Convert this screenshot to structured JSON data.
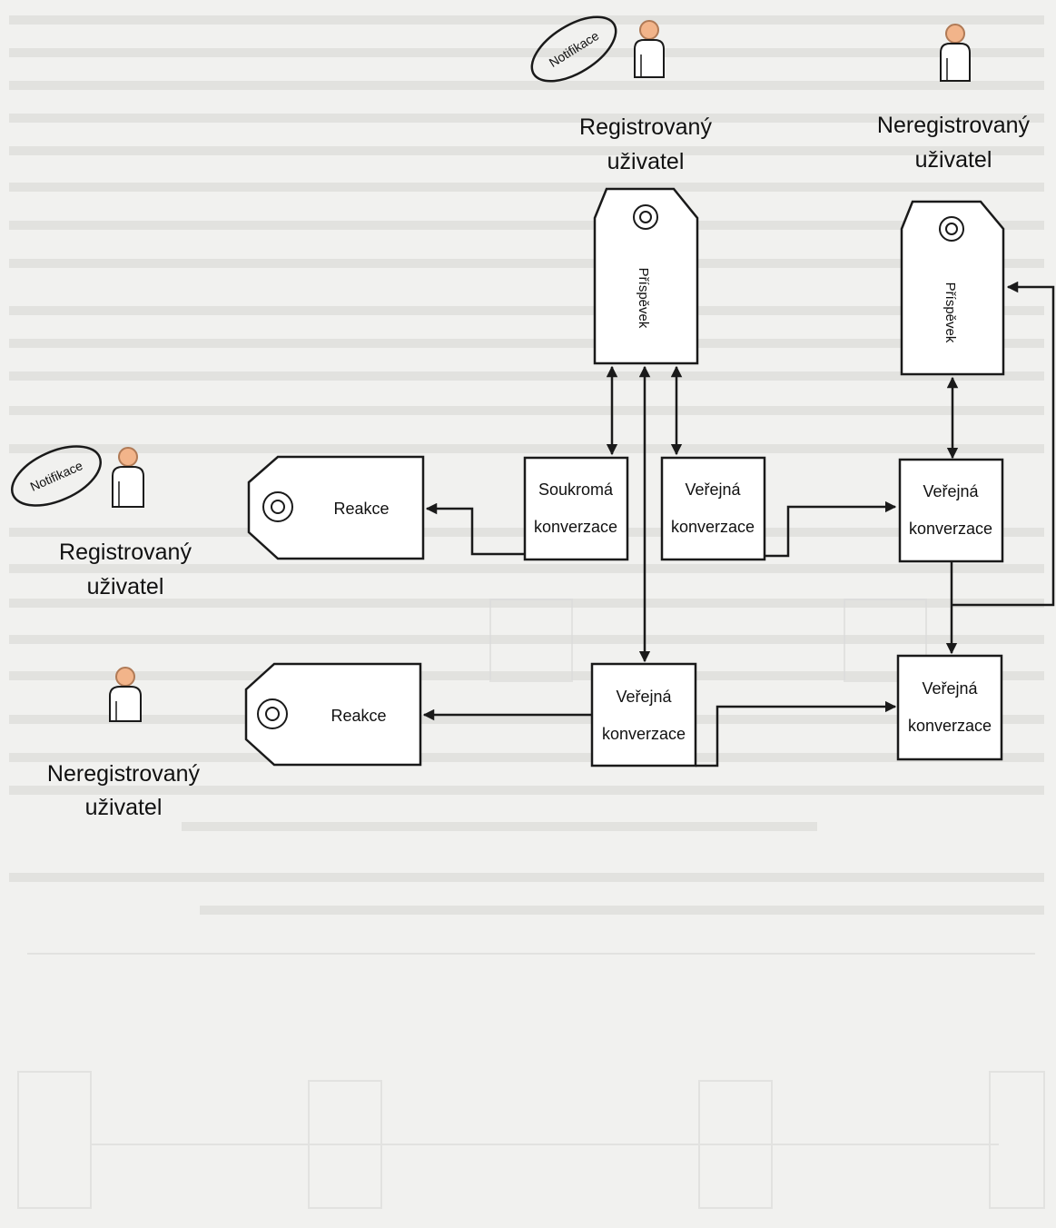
{
  "actors": {
    "top_registered": {
      "line1": "Registrovaný",
      "line2": "uživatel"
    },
    "top_unregistered": {
      "line1": "Neregistrovaný",
      "line2": "uživatel"
    },
    "left_registered": {
      "line1": "Registrovaný",
      "line2": "uživatel"
    },
    "left_unregistered": {
      "line1": "Neregistrovaný",
      "line2": "uživatel"
    }
  },
  "notifications": {
    "top": "Notifikace",
    "left": "Notifikace"
  },
  "posts": {
    "main": "Příspěvek",
    "right": "Příspěvek"
  },
  "reactions": {
    "upper": "Reakce",
    "lower": "Reakce"
  },
  "conversations": {
    "private": {
      "line1": "Soukromá",
      "line2": "konverzace"
    },
    "public_center": {
      "line1": "Veřejná",
      "line2": "konverzace"
    },
    "public_right_upper": {
      "line1": "Veřejná",
      "line2": "konverzace"
    },
    "public_bottom": {
      "line1": "Veřejná",
      "line2": "konverzace"
    },
    "public_right_lower": {
      "line1": "Veřejná",
      "line2": "konverzace"
    }
  },
  "colors": {
    "skin": "#f2b48a",
    "skin_stroke": "#b07a56",
    "stroke": "#1a1a1a",
    "background": "#f1f1ef"
  }
}
